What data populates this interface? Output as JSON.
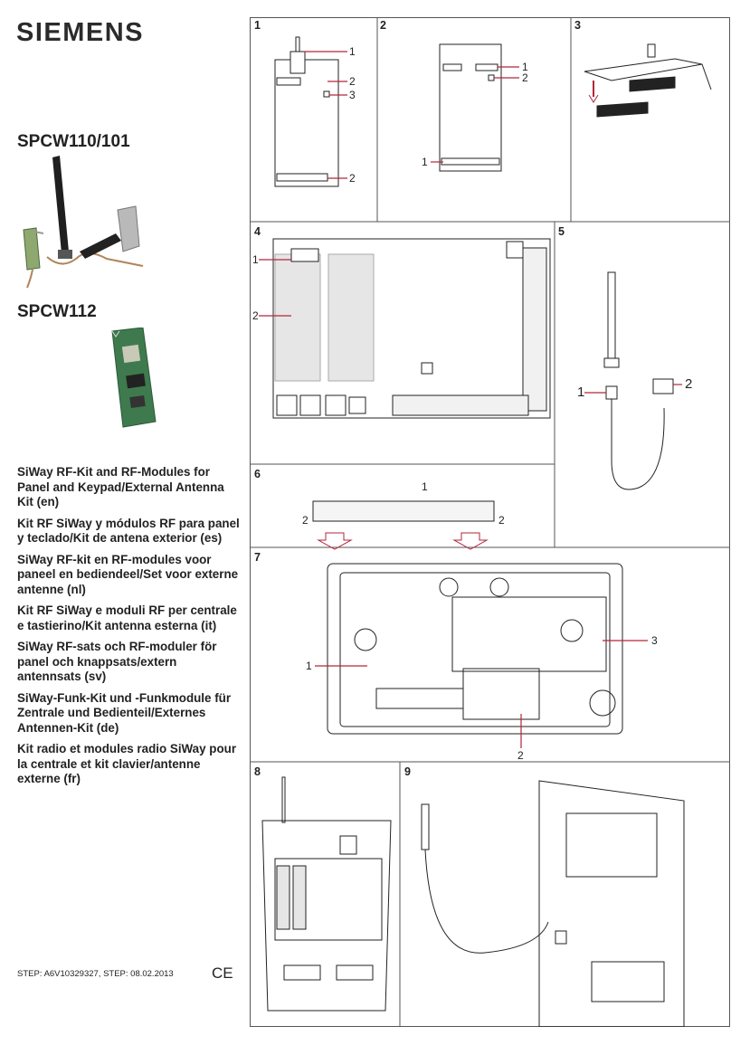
{
  "brand": "SIEMENS",
  "models": {
    "kit": "SPCW110/101",
    "module": "SPCW112"
  },
  "titles": [
    "SiWay RF-Kit and RF-Modules for Panel and Keypad/External Antenna Kit (en)",
    "Kit RF SiWay y módulos RF para panel y teclado/Kit de antena exterior (es)",
    "SiWay RF-kit en RF-modules voor paneel en bediendeel/Set voor externe antenne (nl)",
    "Kit RF SiWay e moduli RF per centrale e tastierino/Kit antenna esterna (it)",
    "SiWay RF-sats och RF-moduler för panel och knappsats/extern antennsats (sv)",
    "SiWay-Funk-Kit und -Funkmodule für Zentrale und Bedienteil/Externes Antennen-Kit (de)",
    "Kit radio et modules radio SiWay pour la centrale et kit clavier/antenne externe (fr)"
  ],
  "footer": "STEP: A6V10329327, STEP: 08.02.2013",
  "ce_mark": "CE",
  "figures": {
    "f1": {
      "number": "1",
      "callouts": [
        "1",
        "2",
        "3",
        "2"
      ]
    },
    "f2": {
      "number": "2",
      "callouts": [
        "1",
        "2",
        "1"
      ]
    },
    "f3": {
      "number": "3"
    },
    "f4": {
      "number": "4",
      "callouts": [
        "1",
        "2"
      ]
    },
    "f5": {
      "number": "5",
      "callouts": [
        "1",
        "2"
      ]
    },
    "f6": {
      "number": "6",
      "callouts": [
        "1",
        "2",
        "2"
      ]
    },
    "f7": {
      "number": "7",
      "callouts": [
        "1",
        "2",
        "3"
      ]
    },
    "f8": {
      "number": "8"
    },
    "f9": {
      "number": "9"
    }
  },
  "colors": {
    "callout_line": "#b3263a",
    "line": "#222222",
    "board_fill": "#e6e6e6"
  }
}
